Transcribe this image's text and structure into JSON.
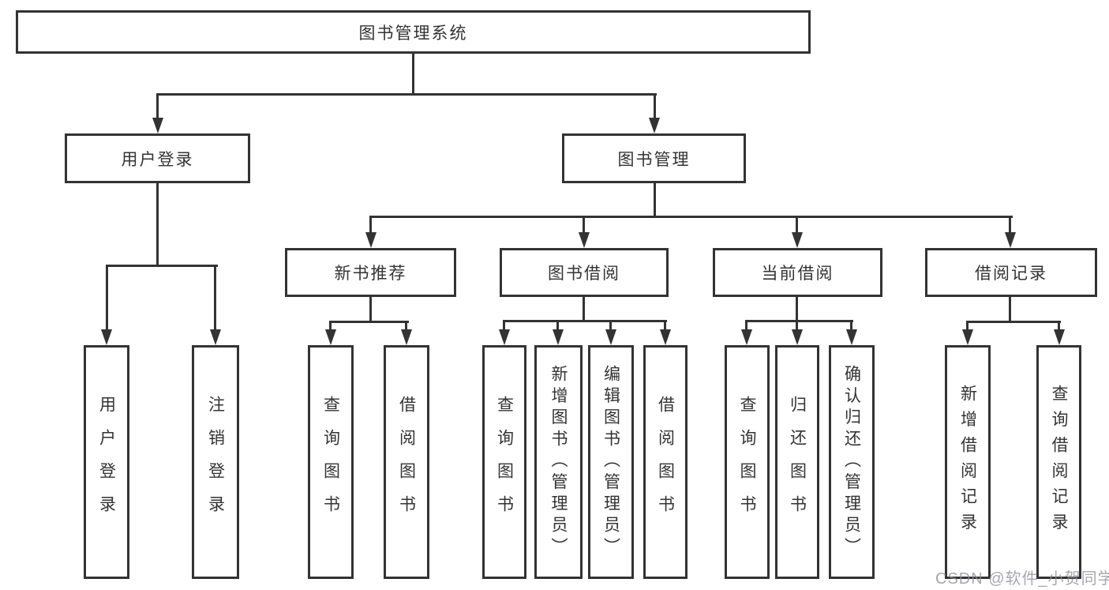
{
  "root": {
    "label": "图书管理系统"
  },
  "level2": {
    "user_login": "用户登录",
    "book_mgmt": "图书管理"
  },
  "level3": {
    "new_books": "新书推荐",
    "book_borrow": "图书借阅",
    "current_borrow": "当前借阅",
    "borrow_records": "借阅记录"
  },
  "leaves": {
    "login": "用户登录",
    "logout": "注销登录",
    "nb_query": "查询图书",
    "nb_borrow": "借阅图书",
    "bb_query": "查询图书",
    "bb_add": "新增图书（管理员）",
    "bb_edit": "编辑图书（管理员）",
    "bb_borrow": "借阅图书",
    "cb_query": "查询图书",
    "cb_return": "归还图书",
    "cb_confirm": "确认归还（管理员）",
    "br_add": "新增借阅记录",
    "br_query": "查询借阅记录"
  },
  "watermark": "CSDN @软件_小贺同学",
  "colors": {
    "line": "#333333",
    "text": "#333333",
    "background": "#ffffff",
    "watermark": "#8c9096"
  }
}
